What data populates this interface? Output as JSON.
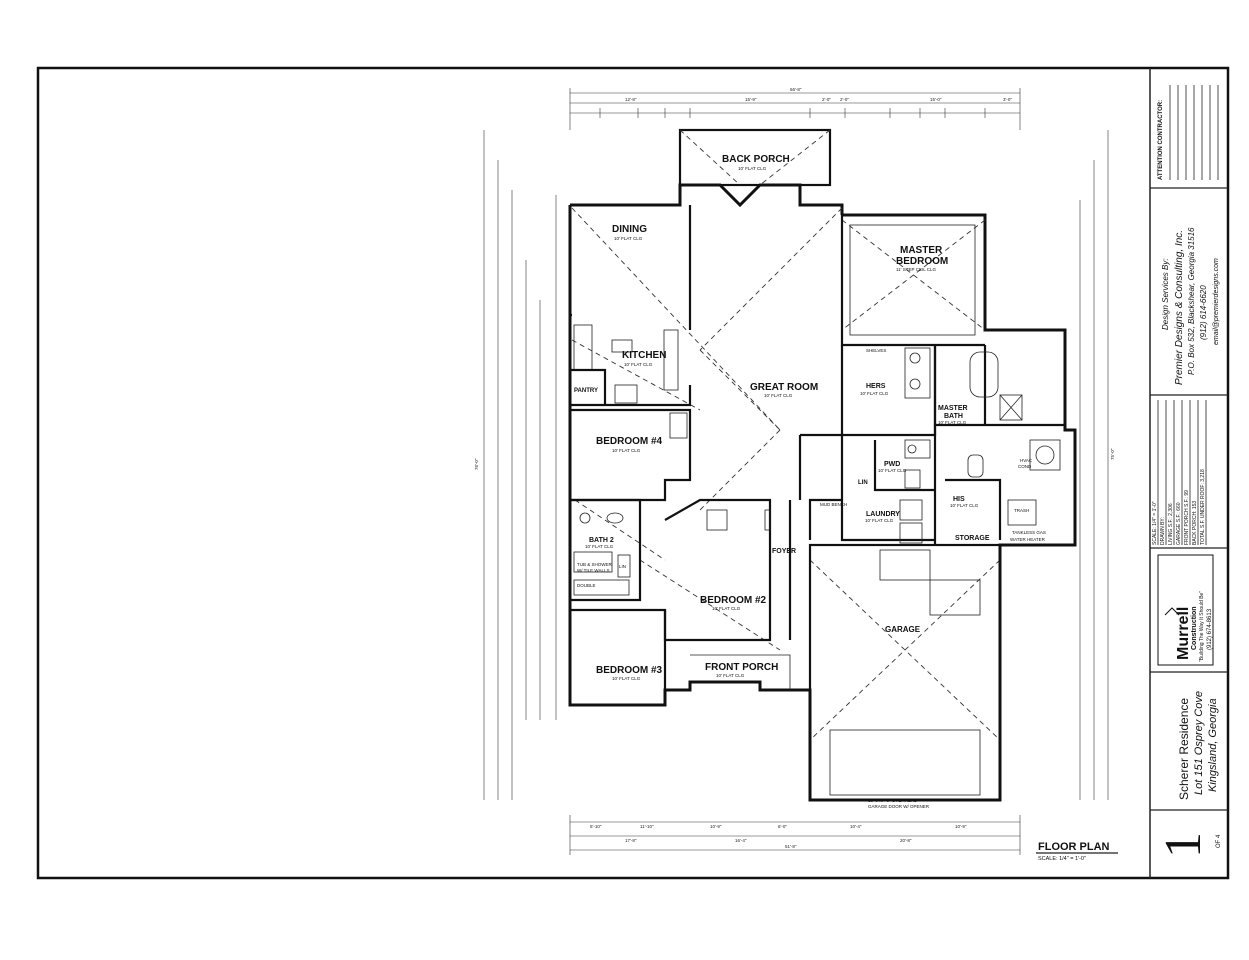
{
  "plan": {
    "rooms": {
      "back_porch": {
        "name": "BACK PORCH",
        "ceiling": "10' FLAT CLG"
      },
      "dining": {
        "name": "DINING",
        "ceiling": "10' FLAT CLG"
      },
      "master_bedroom": {
        "name": "MASTER",
        "name2": "BEDROOM",
        "ceiling": "11' STEP CEIL CLG"
      },
      "kitchen": {
        "name": "KITCHEN",
        "ceiling": "10' FLAT CLG"
      },
      "pantry": {
        "name": "PANTRY"
      },
      "great_room": {
        "name": "GREAT ROOM",
        "ceiling": "10' FLAT CLG"
      },
      "hers": {
        "name": "HERS",
        "ceiling": "10' FLAT CLG"
      },
      "master_bath": {
        "name": "MASTER",
        "name2": "BATH",
        "ceiling": "10' FLAT CLG"
      },
      "bedroom4": {
        "name": "BEDROOM #4",
        "ceiling": "10' FLAT CLG"
      },
      "pwd": {
        "name": "PWD",
        "ceiling": "10' FLAT CLG"
      },
      "lin": {
        "name": "LIN"
      },
      "his": {
        "name": "HIS",
        "ceiling": "10' FLAT CLG"
      },
      "bath2": {
        "name": "BATH 2",
        "ceiling": "10' FLAT CLG"
      },
      "laundry": {
        "name": "LAUNDRY",
        "ceiling": "10' FLAT CLG"
      },
      "mud_bench": {
        "name": "MUD BENCH"
      },
      "storage": {
        "name": "STORAGE"
      },
      "foyer": {
        "name": "FOYER"
      },
      "bedroom2": {
        "name": "BEDROOM #2",
        "ceiling": "10' FLAT CLG"
      },
      "garage": {
        "name": "GARAGE"
      },
      "front_porch": {
        "name": "FRONT PORCH",
        "ceiling": "10' FLAT CLG"
      },
      "bedroom3": {
        "name": "BEDROOM #3",
        "ceiling": "10' FLAT CLG"
      }
    },
    "notes": {
      "tub_shower": "TUB & SHOWER",
      "tile_walls": "W/ TILE WALLS",
      "hvac": "HVAC",
      "cond": "COND",
      "trash": "TRASH",
      "tankless": "TANKLESS GAS",
      "water_heater": "WATER HEATER",
      "shelves": "SHELVES",
      "garage_door": "16'-0\"x7'-0\" OVERHEAD",
      "garage_opener": "GARAGE DOOR W/ OPENER",
      "double": "DOUBLE",
      "lin_shelves": "LIN"
    },
    "dims": {
      "overall_top": "66'-8\"",
      "overall_bottom": "51'-8\"",
      "top_row": [
        "12'-8\"",
        "15'-9\"",
        "2'-0\"",
        "2'-0\"",
        "15'-0\"",
        "3'-0\""
      ],
      "bottom_row": [
        "5'-10\"",
        "11'-10\"",
        "10'-9\"",
        "6'-0\"",
        "10'-4\"",
        "10'-9\""
      ],
      "bottom_row2": [
        "17'-8\"",
        "16'-4\"",
        "20'-8\""
      ],
      "left_overall": "76'-0\"",
      "right_overall": "75'-0\""
    },
    "floor_plan_title": "FLOOR PLAN",
    "scale": "SCALE: 1/4\" = 1'-0\""
  },
  "title_block": {
    "attention": "ATTENTION CONTRACTOR:",
    "designer_label": "Design Services By:",
    "designer_name": "Premier Designs & Consulting, Inc.",
    "designer_address": "P.O. Box 532, Blackshear, Georgia 31516",
    "designer_phone": "(912) 614-6620",
    "designer_email": "email@premierdesigns.com",
    "builder_name": "Murrell",
    "builder_sub": "Construction",
    "builder_tagline": "\"Building The Way It Should Be\"",
    "builder_phone": "(912) 674-8613",
    "project_name": "Scherer Residence",
    "project_lot": "Lot 151 Osprey Cove",
    "project_city": "Kingsland, Georgia",
    "sheet_number": "1",
    "sheet_of": "OF 4",
    "info_rows": [
      "SCALE: 1/4\" = 1'-0\"",
      "DRAWN BY:",
      "LIVING S.F.: 2,306",
      "GARAGE S.F.: 660",
      "FRONT PORCH S.F.: 99",
      "BACK PORCH: 153",
      "TOTAL S.F. UNDER ROOF: 3,218"
    ]
  }
}
